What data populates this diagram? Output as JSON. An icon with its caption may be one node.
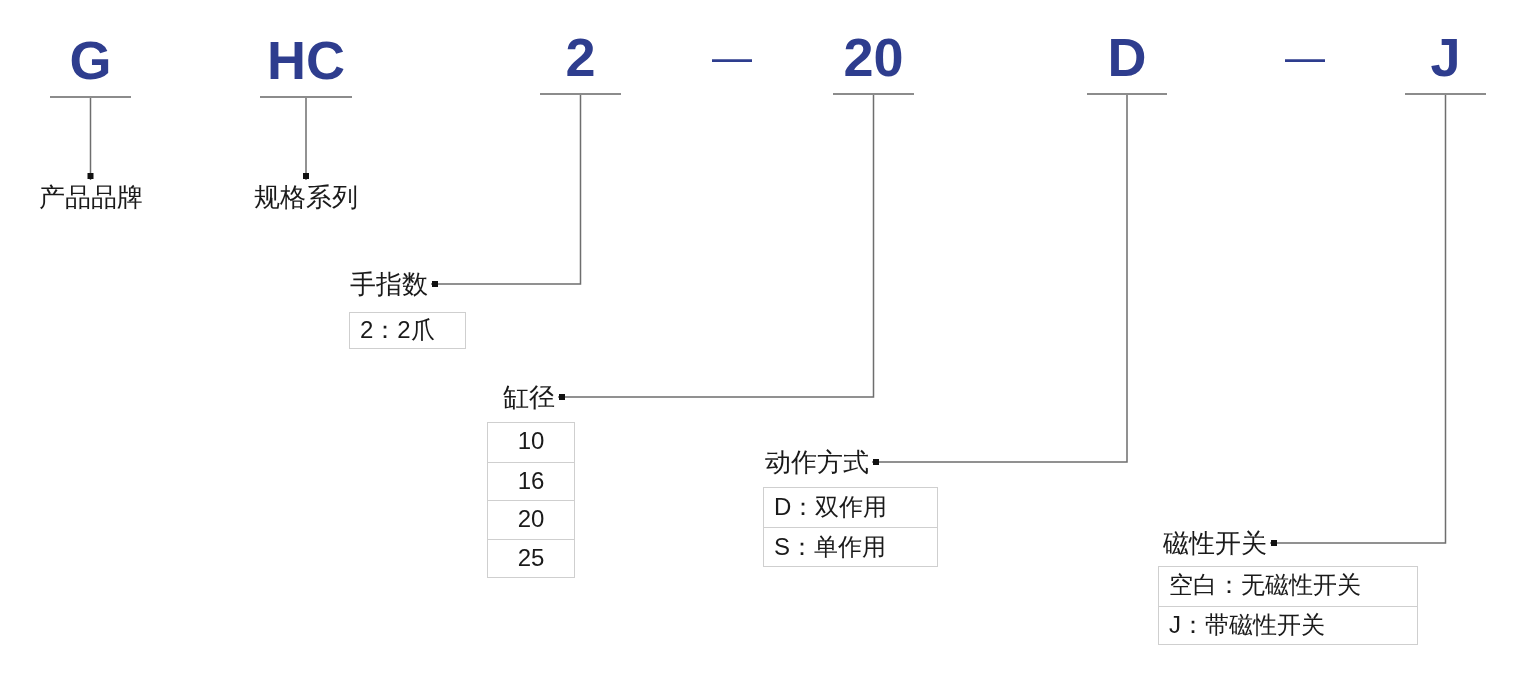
{
  "diagram": {
    "nodes": [
      {
        "text": [
          "G"
        ]
      },
      {
        "text": [
          "HC"
        ]
      },
      {
        "text": [
          "2"
        ]
      },
      {
        "text": [
          "20"
        ]
      },
      {
        "text": [
          "D"
        ]
      },
      {
        "text": [
          "J"
        ]
      },
      {
        "text": [
          "产品品牌"
        ]
      },
      {
        "text": [
          "规格系列"
        ]
      },
      {
        "text": [
          "手指数"
        ]
      },
      {
        "text": [
          "2：2爪"
        ]
      },
      {
        "text": [
          "缸径"
        ]
      },
      {
        "text": [
          "10",
          "16",
          "20",
          "25"
        ]
      },
      {
        "text": [
          "动作方式"
        ]
      },
      {
        "text": [
          "D：双作用",
          "S：单作用"
        ]
      },
      {
        "text": [
          "磁性开关"
        ]
      },
      {
        "text": [
          "空白：无磁性开关",
          "J：带磁性开关"
        ]
      }
    ],
    "edges": [
      {
        "from": 0,
        "to": 6,
        "arrow": "other"
      },
      {
        "from": 1,
        "to": 7,
        "arrow": "other"
      },
      {
        "from": 2,
        "to": 8,
        "arrow": "other"
      },
      {
        "from": 3,
        "to": 10,
        "arrow": "other"
      },
      {
        "from": 4,
        "to": 12,
        "arrow": "other"
      },
      {
        "from": 5,
        "to": 14,
        "arrow": "other"
      }
    ],
    "labels": [
      "—",
      "—"
    ]
  }
}
